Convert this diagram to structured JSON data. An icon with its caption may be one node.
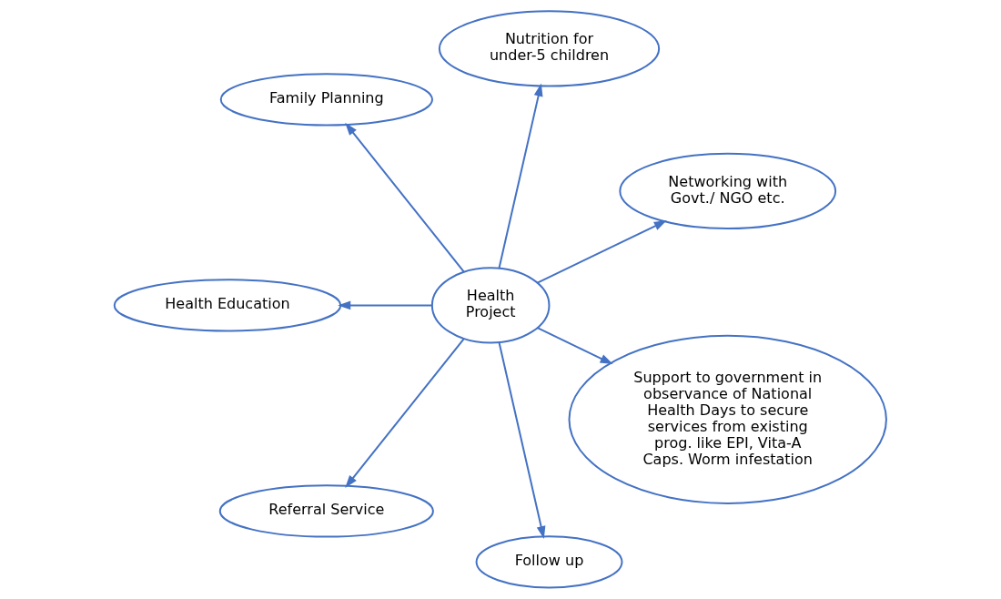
{
  "diagram": {
    "nodes": [
      {
        "text": [
          "Networking with Govt./ NGO etc."
        ]
      },
      {
        "text": [
          "Nutrition for under-5 children"
        ]
      },
      {
        "text": [
          "Family Planning"
        ]
      },
      {
        "text": [
          "Health Education"
        ]
      },
      {
        "text": [
          "Health Project"
        ]
      },
      {
        "text": [
          "Referral Service"
        ]
      },
      {
        "text": [
          "Follow up"
        ]
      },
      {
        "text": [
          "Support to government in observance of National Health Days to secure services from existing prog. like EPI, Vita-A Caps. Worm infestation"
        ]
      }
    ],
    "edges": [
      {
        "from": 4,
        "to": 0,
        "arrow": "to"
      },
      {
        "from": 4,
        "to": 1,
        "arrow": "to"
      },
      {
        "from": 4,
        "to": 2,
        "arrow": "to"
      },
      {
        "from": 4,
        "to": 3,
        "arrow": "to"
      },
      {
        "from": 4,
        "to": 5,
        "arrow": "to"
      },
      {
        "from": 4,
        "to": 6,
        "arrow": "to"
      },
      {
        "from": 4,
        "to": 7,
        "arrow": "to"
      }
    ]
  }
}
